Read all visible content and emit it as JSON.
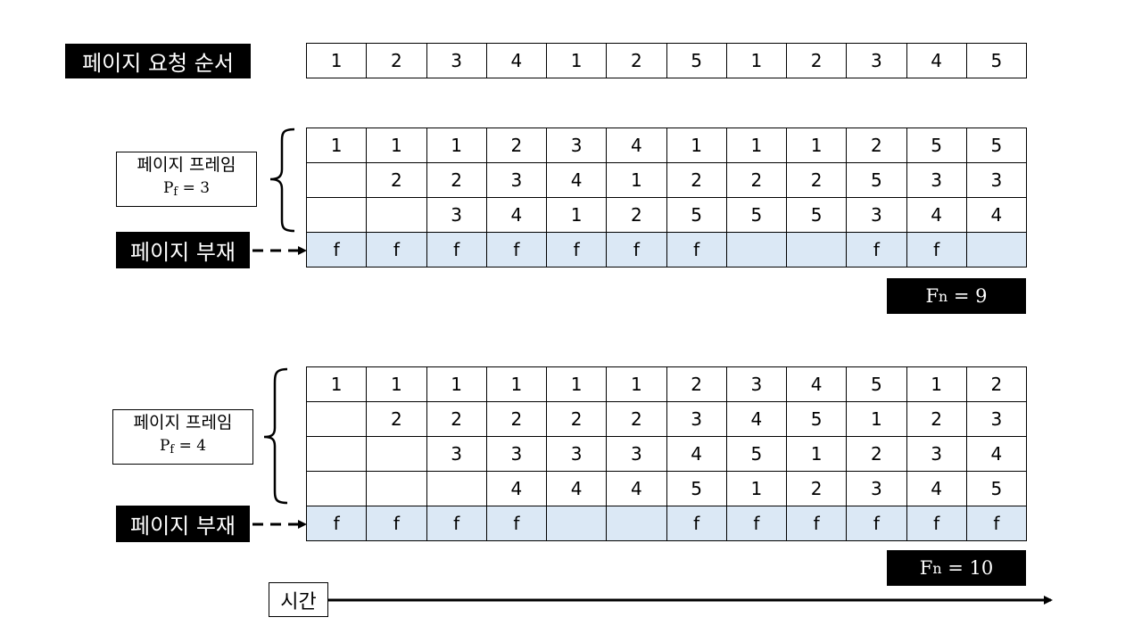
{
  "request": {
    "label": "페이지 요청 순서",
    "sequence": [
      "1",
      "2",
      "3",
      "4",
      "1",
      "2",
      "5",
      "1",
      "2",
      "3",
      "4",
      "5"
    ]
  },
  "scenario_pf3": {
    "frame_label": "페이지 프레임",
    "pf_symbol": "P",
    "pf_sub": "f",
    "pf_value": "= 3",
    "frames": [
      [
        "1",
        "1",
        "1",
        "2",
        "3",
        "4",
        "1",
        "1",
        "1",
        "2",
        "5",
        "5"
      ],
      [
        "",
        "2",
        "2",
        "3",
        "4",
        "1",
        "2",
        "2",
        "2",
        "5",
        "3",
        "3"
      ],
      [
        "",
        "",
        "3",
        "4",
        "1",
        "2",
        "5",
        "5",
        "5",
        "3",
        "4",
        "4"
      ]
    ],
    "fault_label": "페이지 부재",
    "faults": [
      "f",
      "f",
      "f",
      "f",
      "f",
      "f",
      "f",
      "",
      "",
      "f",
      "f",
      ""
    ],
    "fn_symbol": "F",
    "fn_sub": "n",
    "fn_value": "= 9"
  },
  "scenario_pf4": {
    "frame_label": "페이지 프레임",
    "pf_symbol": "P",
    "pf_sub": "f",
    "pf_value": "= 4",
    "frames": [
      [
        "1",
        "1",
        "1",
        "1",
        "1",
        "1",
        "2",
        "3",
        "4",
        "5",
        "1",
        "2"
      ],
      [
        "",
        "2",
        "2",
        "2",
        "2",
        "2",
        "3",
        "4",
        "5",
        "1",
        "2",
        "3"
      ],
      [
        "",
        "",
        "3",
        "3",
        "3",
        "3",
        "4",
        "5",
        "1",
        "2",
        "3",
        "4"
      ],
      [
        "",
        "",
        "",
        "4",
        "4",
        "4",
        "5",
        "1",
        "2",
        "3",
        "4",
        "5"
      ]
    ],
    "fault_label": "페이지 부재",
    "faults": [
      "f",
      "f",
      "f",
      "f",
      "",
      "",
      "f",
      "f",
      "f",
      "f",
      "f",
      "f"
    ],
    "fn_symbol": "F",
    "fn_sub": "n",
    "fn_value": "= 10"
  },
  "time_label": "시간",
  "colors": {
    "fault_fill": "#dbe8f5",
    "label_bg": "#000000"
  }
}
